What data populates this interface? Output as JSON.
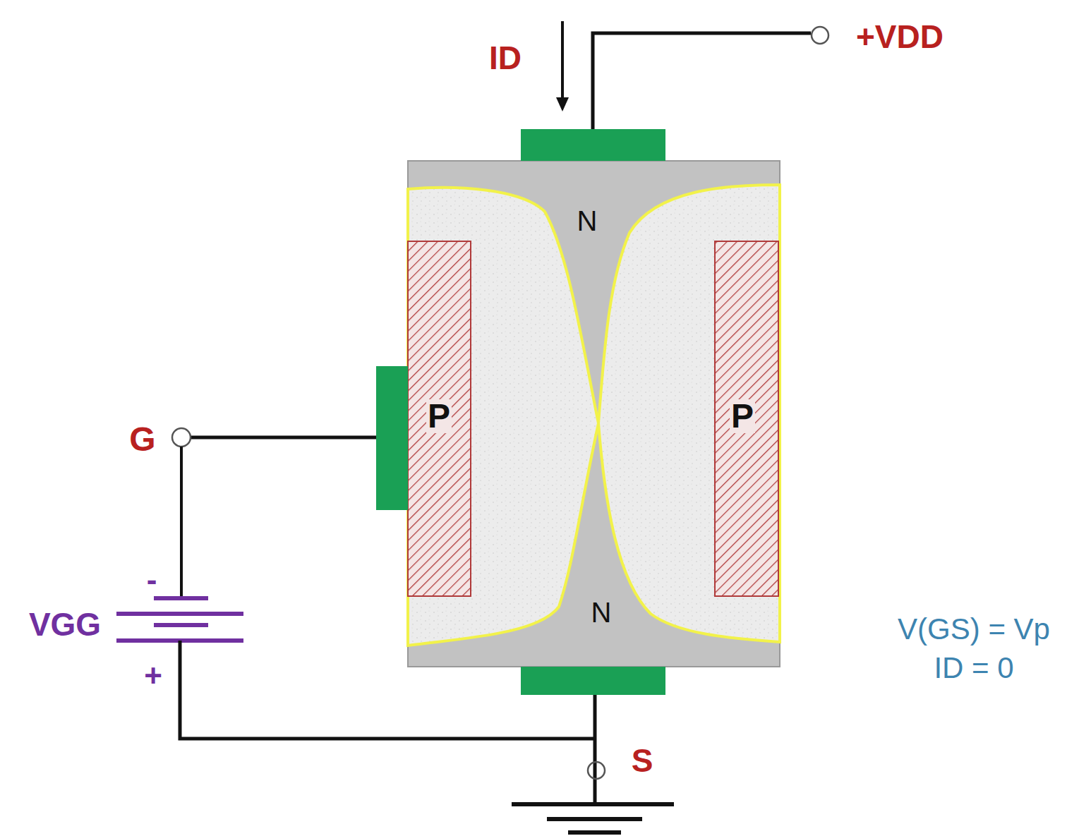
{
  "diagram": {
    "nodes": [
      {
        "text": [
          "N",
          "N"
        ]
      },
      {
        "text": [
          "P"
        ],
        "in": 0
      },
      {
        "text": [
          "P"
        ],
        "in": 0
      }
    ],
    "labels": [
      "ID",
      "+VDD",
      "G",
      "VGG",
      "-",
      "+",
      "S",
      "V(GS) = Vp",
      "ID = 0"
    ]
  }
}
